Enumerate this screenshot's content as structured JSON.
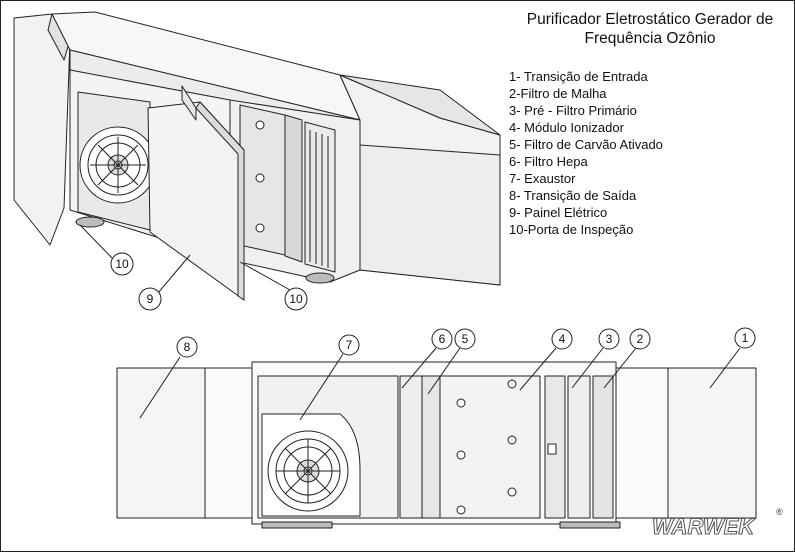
{
  "title_line1": "Purificador Eletrostático Gerador de",
  "title_line2": "Frequência Ozônio",
  "legend": [
    "1- Transição de Entrada",
    "2-Filtro de Malha",
    "3- Pré - Filtro Primário",
    "4- Módulo Ionizador",
    "5- Filtro de Carvão Ativado",
    "6- Filtro Hepa",
    "7- Exaustor",
    "8- Transição de Saída",
    "9- Painel Elétrico",
    "10-Porta de Inspeção"
  ],
  "callouts_iso": [
    "10",
    "9",
    "10"
  ],
  "callouts_plan": [
    "8",
    "7",
    "6",
    "5",
    "4",
    "3",
    "2",
    "1"
  ],
  "logo": "WARWEK",
  "logo_mark": "®"
}
